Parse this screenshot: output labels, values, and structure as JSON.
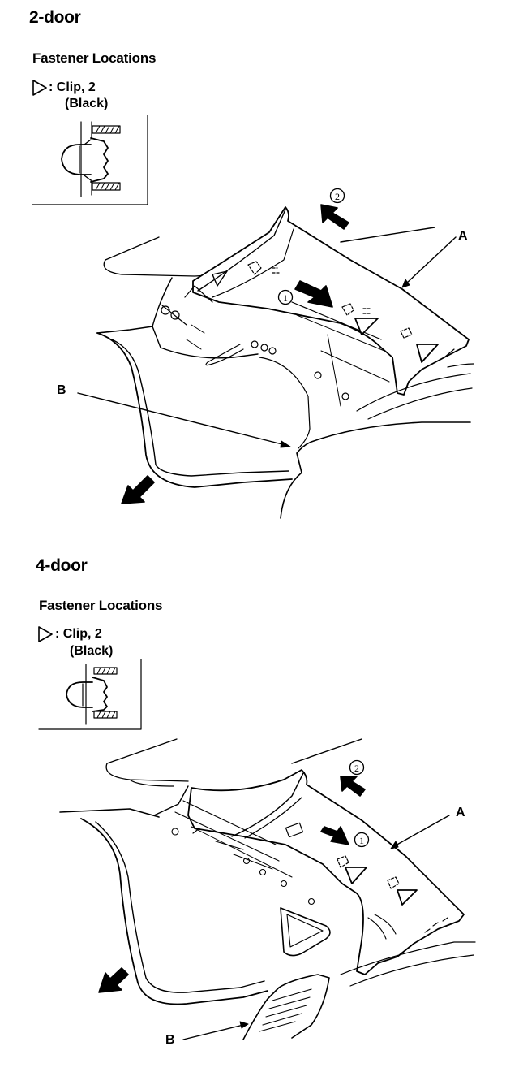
{
  "sections": [
    {
      "title": "2-door",
      "subtitle": "Fastener Locations",
      "legend_line1": ": Clip, 2",
      "legend_line2": "(Black)",
      "callout_a": "A",
      "callout_b": "B",
      "step_1": "1",
      "step_2": "2"
    },
    {
      "title": "4-door",
      "subtitle": "Fastener Locations",
      "legend_line1": ": Clip, 2",
      "legend_line2": "(Black)",
      "callout_a": "A",
      "callout_b": "B",
      "step_1": "1",
      "step_2": "2"
    }
  ]
}
